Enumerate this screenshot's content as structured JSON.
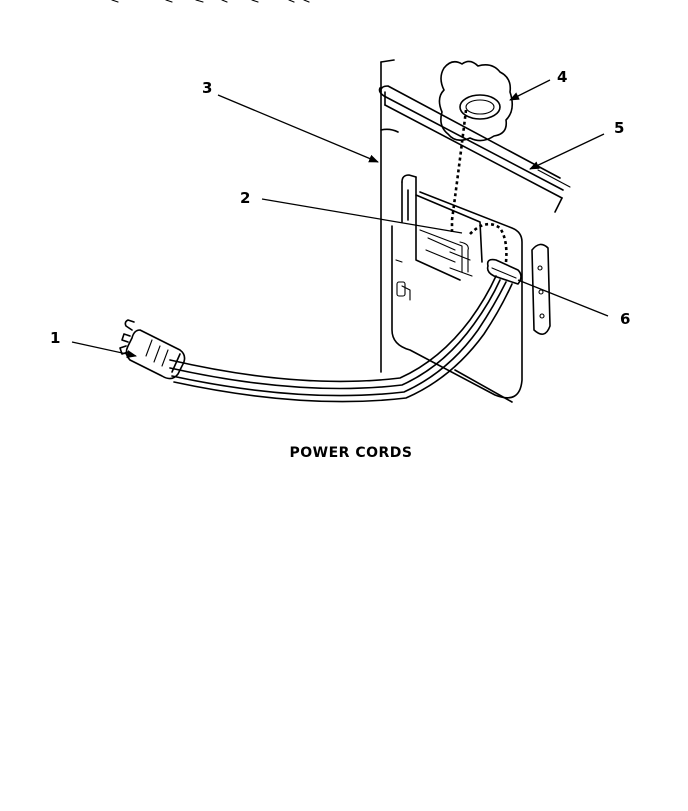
{
  "diagram": {
    "caption": "POWER CORDS",
    "callouts": [
      {
        "id": "1",
        "label": "1"
      },
      {
        "id": "2",
        "label": "2"
      },
      {
        "id": "3",
        "label": "3"
      },
      {
        "id": "4",
        "label": "4"
      },
      {
        "id": "5",
        "label": "5"
      },
      {
        "id": "6",
        "label": "6"
      }
    ]
  }
}
